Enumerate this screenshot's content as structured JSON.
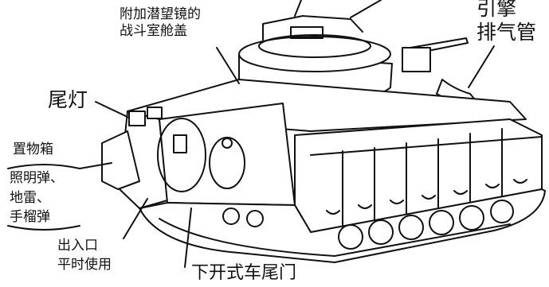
{
  "labels": {
    "periscope_hatch": [
      "附加潜望镜的",
      "战斗室舱盖"
    ],
    "engine_exhaust": [
      "引擎",
      "排气管"
    ],
    "tail_light": "尾灯",
    "storage_box": "置物箱",
    "storage_contents": [
      "照明弹、",
      "地雷、",
      "手榴弹"
    ],
    "entry_hatch": [
      "出入口",
      "平时使用"
    ],
    "rear_door": "下开式车尾门"
  },
  "colors": {
    "ink": "#111111",
    "paper": "#ffffff"
  }
}
